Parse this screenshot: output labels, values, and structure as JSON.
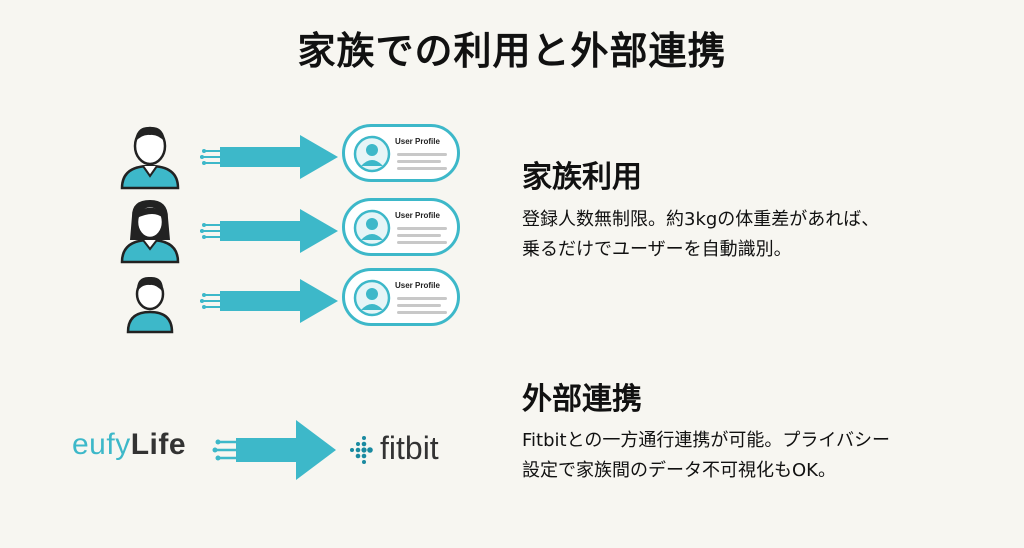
{
  "title": "家族での利用と外部連携",
  "profiles": [
    {
      "card_label": "User Profile",
      "person_icon": "man-user-icon"
    },
    {
      "card_label": "User Profile",
      "person_icon": "woman-user-icon"
    },
    {
      "card_label": "User Profile",
      "person_icon": "child-user-icon"
    }
  ],
  "family": {
    "heading": "家族利用",
    "line1": "登録人数無制限。約3kgの体重差があれば、",
    "line2": "乗るだけでユーザーを自動識別。"
  },
  "external": {
    "heading": "外部連携",
    "line1": "Fitbitとの一方通行連携が可能。プライバシー",
    "line2": "設定で家族間のデータ不可視化もOK。"
  },
  "logos": {
    "eufy_part1": "eufy",
    "eufy_part2": "Life",
    "fitbit": "fitbit"
  },
  "colors": {
    "accent": "#3db8c9",
    "text": "#111111",
    "background": "#f7f6f1"
  }
}
